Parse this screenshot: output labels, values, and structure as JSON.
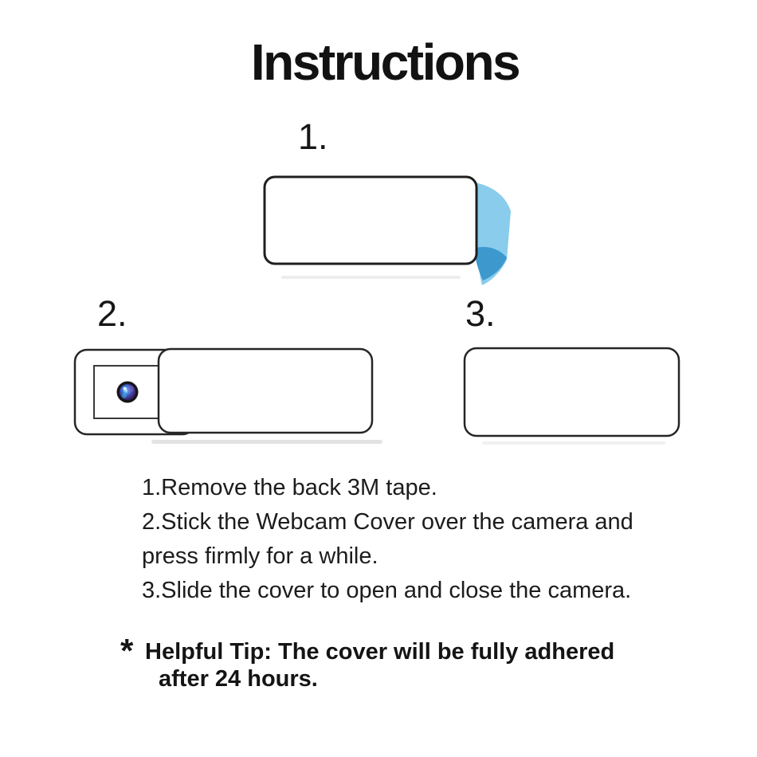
{
  "page": {
    "title": "Instructions",
    "background": "#ffffff",
    "text_color": "#1b1b1b"
  },
  "steps": {
    "one": {
      "label": "1.",
      "figure_alt": "webcam-cover-with-3m-tape-peeling-off-back"
    },
    "two": {
      "label": "2.",
      "figure_alt": "webcam-cover-stuck-over-camera-slider-open-lens-visible"
    },
    "three": {
      "label": "3.",
      "figure_alt": "webcam-cover-closed"
    }
  },
  "colors": {
    "tape_light_blue": "#8accec",
    "tape_dark_blue": "#3d99cd",
    "outline": "#262626",
    "lens_ring": "#15151b"
  },
  "instructions": {
    "lines": [
      "1.Remove the back 3M tape.",
      "2.Stick the Webcam Cover over the camera and",
      "press firmly for a while.",
      "3.Slide the cover to open and close the camera."
    ]
  },
  "tip": {
    "bullet": "*",
    "line1": "Helpful Tip: The cover will be fully adhered",
    "line2": "after 24 hours."
  }
}
